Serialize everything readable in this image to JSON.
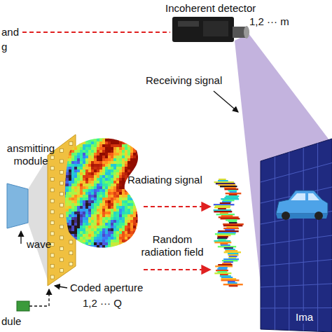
{
  "diagram": {
    "labels": [
      "and",
      "g",
      "Incoherent detector",
      "1,2 ··· m",
      "Receiving signal",
      "ansmitting module",
      "Radiating signal",
      "Random radiation field",
      "wave",
      "Coded aperture",
      "1,2 ··· Q",
      "dule",
      "Ima"
    ]
  }
}
